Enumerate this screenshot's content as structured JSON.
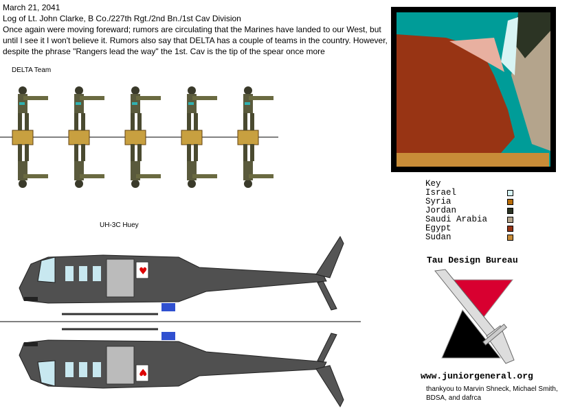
{
  "log": {
    "date": "March 21, 2041",
    "author": "Log of Lt. John Clarke, B Co./227th Rgt./2nd Bn./1st Cav Division",
    "line1": "Once again were moving foreward; rumors are circulating that the Marines have landed to our West, but",
    "line2": "until I see it I won't believe it. Rumors also say that DELTA has a couple of teams in the country. However,",
    "line3": "despite the phrase \"Rangers lead the way\" the 1st. Cav is the tip of the spear once more"
  },
  "delta_label": "DELTA Team",
  "huey_label": "UH-3C Huey",
  "key": {
    "title": "Key",
    "items": [
      {
        "label": "Israel",
        "color": "#d8f4f4"
      },
      {
        "label": "Syria",
        "color": "#b86c08"
      },
      {
        "label": "Jordan",
        "color": "#2c3424"
      },
      {
        "label": "Saudi Arabia",
        "color": "#b4a48c"
      },
      {
        "label": "Egypt",
        "color": "#983414"
      },
      {
        "label": "Sudan",
        "color": "#c88c38"
      }
    ]
  },
  "brand": {
    "name": "Tau Design Bureau",
    "url": "www.juniorgeneral.org",
    "thanks": "thankyou to Marvin Shneck, Michael Smith, BDSA, and dafrca"
  }
}
